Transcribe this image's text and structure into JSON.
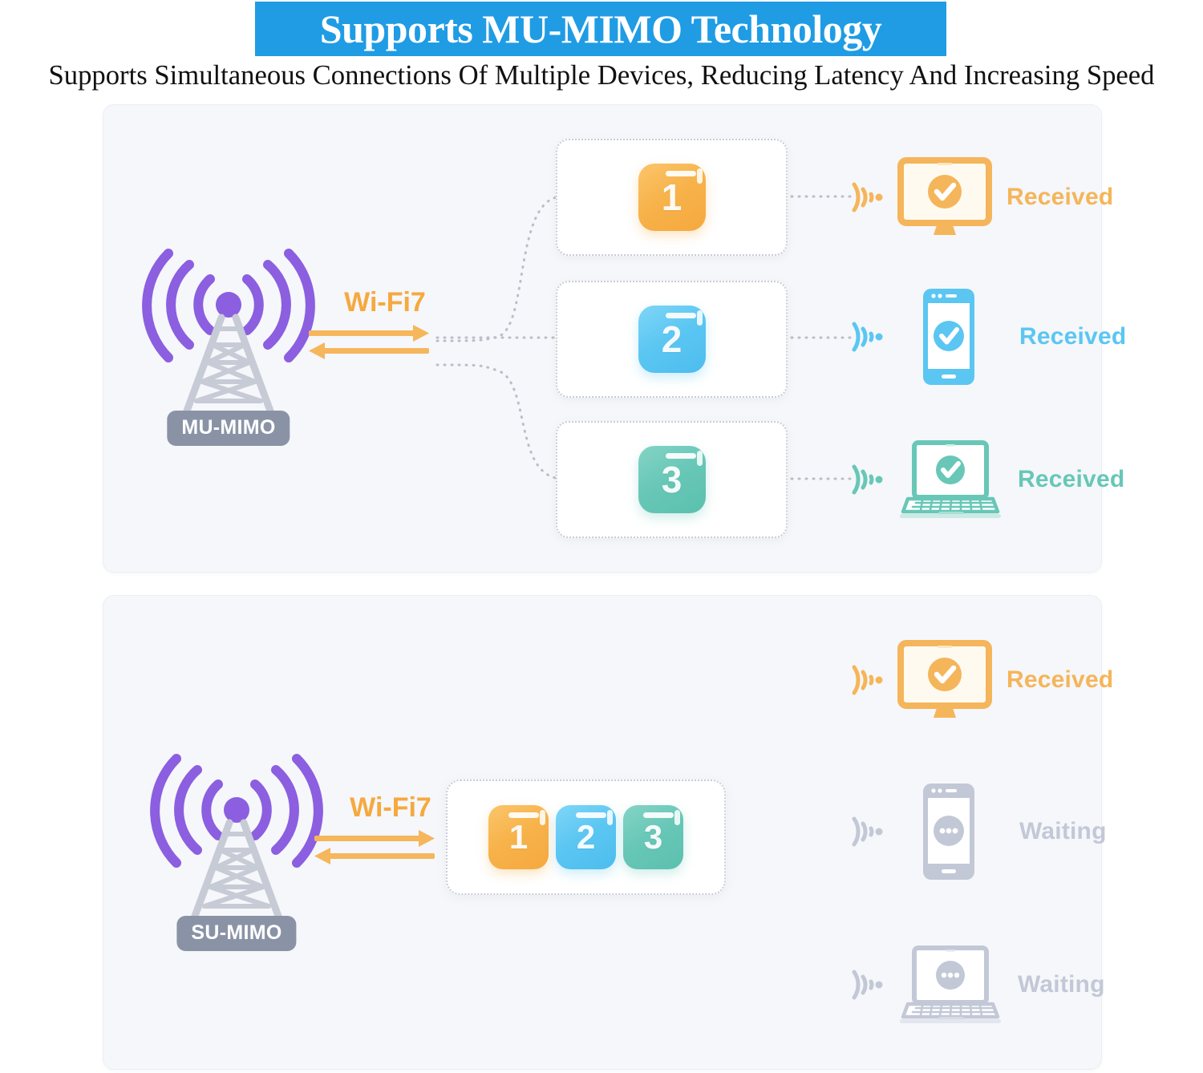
{
  "header": {
    "title": "Supports MU-MIMO Technology",
    "subtitle": "Supports Simultaneous Connections Of Multiple Devices, Reducing Latency And Increasing Speed",
    "banner_color": "#1f9ce4",
    "title_color": "#ffffff",
    "subtitle_color": "#111111"
  },
  "colors": {
    "panel_bg": "#f5f7fa",
    "orange": "#f5a93f",
    "blue": "#5bc6f2",
    "teal": "#68c7b7",
    "gray": "#c2c8d6",
    "purple": "#8b5fe0",
    "tower_gray": "#c7cbd6",
    "label_gray": "#8a93a6",
    "dotted_gray": "#c8ccd6"
  },
  "panels": [
    {
      "id": "mu",
      "tower": {
        "label": "MU-MIMO",
        "icon": "radio-tower-icon"
      },
      "link": {
        "label": "Wi-Fi7",
        "icon": "bidirectional-arrow-icon"
      },
      "cards": [
        {
          "number": "1",
          "color": "#f5a93f",
          "theme": "orange"
        },
        {
          "number": "2",
          "color": "#5bc6f2",
          "theme": "blue"
        },
        {
          "number": "3",
          "color": "#68c7b7",
          "theme": "teal"
        }
      ],
      "devices": [
        {
          "type": "monitor-icon",
          "status": "Received",
          "color": "#f5b55a",
          "theme": "orange",
          "state": "check"
        },
        {
          "type": "smartphone-icon",
          "status": "Received",
          "color": "#5bc6f2",
          "theme": "blue",
          "state": "check"
        },
        {
          "type": "laptop-icon",
          "status": "Received",
          "color": "#68c7b7",
          "theme": "teal",
          "state": "check"
        }
      ]
    },
    {
      "id": "su",
      "tower": {
        "label": "SU-MIMO",
        "icon": "radio-tower-icon"
      },
      "link": {
        "label": "Wi-Fi7",
        "icon": "bidirectional-arrow-icon"
      },
      "cards": [
        {
          "number": "1",
          "color": "#f5a93f",
          "theme": "orange"
        },
        {
          "number": "2",
          "color": "#5bc6f2",
          "theme": "blue"
        },
        {
          "number": "3",
          "color": "#68c7b7",
          "theme": "teal"
        }
      ],
      "devices": [
        {
          "type": "monitor-icon",
          "status": "Received",
          "color": "#f5b55a",
          "theme": "orange",
          "state": "check"
        },
        {
          "type": "smartphone-icon",
          "status": "Waiting",
          "color": "#c2c8d6",
          "theme": "gray",
          "state": "dots"
        },
        {
          "type": "laptop-icon",
          "status": "Waiting",
          "color": "#c2c8d6",
          "theme": "gray",
          "state": "dots"
        }
      ]
    }
  ]
}
